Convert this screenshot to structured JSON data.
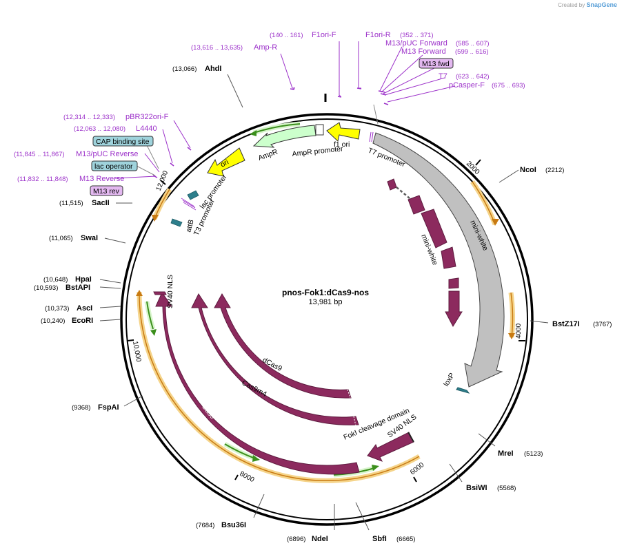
{
  "credit": {
    "prefix": "Created by",
    "brand": "SnapGene"
  },
  "plasmid": {
    "name": "pnos-Fok1:dCas9-nos",
    "length": "13,981 bp"
  },
  "ticks": [
    "2000",
    "4000",
    "6000",
    "8000",
    "10,000",
    "12,000"
  ],
  "sites": [
    {
      "name": "NcoI",
      "pos": "(2212)"
    },
    {
      "name": "BstZ17I",
      "pos": "(3767)"
    },
    {
      "name": "MreI",
      "pos": "(5123)"
    },
    {
      "name": "BsiWI",
      "pos": "(5568)"
    },
    {
      "name": "SbfI",
      "pos": "(6665)"
    },
    {
      "name": "NdeI",
      "pos": "(6896)"
    },
    {
      "name": "Bsu36I",
      "pos": "(7684)"
    },
    {
      "name": "FspAI",
      "pos": "(9368)"
    },
    {
      "name": "EcoRI",
      "pos": "(10,240)"
    },
    {
      "name": "AscI",
      "pos": "(10,373)"
    },
    {
      "name": "BstAPI",
      "pos": "(10,593)"
    },
    {
      "name": "HpaI",
      "pos": "(10,648)"
    },
    {
      "name": "SwaI",
      "pos": "(11,065)"
    },
    {
      "name": "SacII",
      "pos": "(11,515)"
    },
    {
      "name": "AhdI",
      "pos": "(13,066)"
    }
  ],
  "primers": [
    {
      "name": "F1ori-F",
      "pos": "(140 .. 161)"
    },
    {
      "name": "F1ori-R",
      "pos": "(352 .. 371)"
    },
    {
      "name": "M13/pUC Forward",
      "pos": "(585 .. 607)"
    },
    {
      "name": "M13 Forward",
      "pos": "(599 .. 616)"
    },
    {
      "name": "M13 fwd",
      "pos": ""
    },
    {
      "name": "T7",
      "pos": "(623 .. 642)"
    },
    {
      "name": "pCasper-F",
      "pos": "(675 .. 693)"
    },
    {
      "name": "Amp-R",
      "pos": "(13,616 .. 13,635)"
    },
    {
      "name": "pBR322ori-F",
      "pos": "(12,314 .. 12,333)"
    },
    {
      "name": "L4440",
      "pos": "(12,063 .. 12,080)"
    },
    {
      "name": "CAP binding site",
      "pos": ""
    },
    {
      "name": "M13/pUC Reverse",
      "pos": "(11,845 .. 11,867)"
    },
    {
      "name": "lac operator",
      "pos": ""
    },
    {
      "name": "M13 Reverse",
      "pos": "(11,832 .. 11,848)"
    },
    {
      "name": "M13 rev",
      "pos": ""
    }
  ],
  "features": {
    "f1ori": "f1 ori",
    "ampr": "AmpR",
    "ampr_promoter": "AmpR promoter",
    "ori": "ori",
    "t7_promoter": "T7 promoter",
    "lac_promoter": "lac promoter",
    "t3_promoter": "T3 promoter",
    "attb": "attB",
    "mini_white_outer": "mini-white",
    "mini_white_inner": "mini-white",
    "loxp": "loxP",
    "sv40_nls_left": "SV40 NLS",
    "sv40_nls_right": "SV40 NLS",
    "foki": "FokI cleavage domain",
    "dcas9": "dCas9",
    "cas9m4": "Cas9m4",
    "cas9": "Cas9"
  },
  "colors": {
    "backbone": "#000000",
    "cds": "#8c2a5e",
    "grey_feature": "#c0c0c0",
    "ori": "#ffff00",
    "ampr": "#ccffcc",
    "primer": "#9b2fc9",
    "misc_feature": "#2d7f8c",
    "orange_orf": "#e2a13c",
    "green_orf": "#5cb82e"
  }
}
